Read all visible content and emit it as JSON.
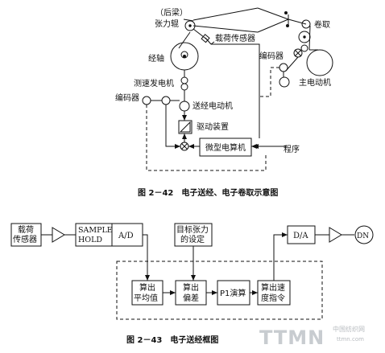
{
  "fig42": {
    "rear_beam": "（后梁）",
    "tension_roller": "张力辊",
    "load_sensor": "载荷传感器",
    "warp_beam": "经轴",
    "tacho": "测速发电机",
    "encoder_left": "编码器",
    "letoff_motor": "送经电动机",
    "drive": "驱动装置",
    "microcomputer": "微型电算机",
    "program": "程序",
    "takeup": "卷取",
    "encoder_right": "编码器",
    "main_motor": "主电动机",
    "caption": "图 2－42　电子送经、电子卷取示意图"
  },
  "fig43": {
    "load_sensor": "载荷\n传感器",
    "sample_hold": "SAMPLE\nHOLD",
    "ad": "A/D",
    "target_tension": "目标张力\n的设定",
    "da": "D/A",
    "dn": "DN",
    "calc_avg": "算出\n平均值",
    "calc_dev": "算出\n偏差",
    "pi": "P1演算",
    "calc_speed": "算出速\n度指令",
    "caption": "图 2－43　电子送经框图"
  },
  "watermark": {
    "logo": "TTMN",
    "cn": "中国纺织网",
    "url": "ttmn.com"
  }
}
